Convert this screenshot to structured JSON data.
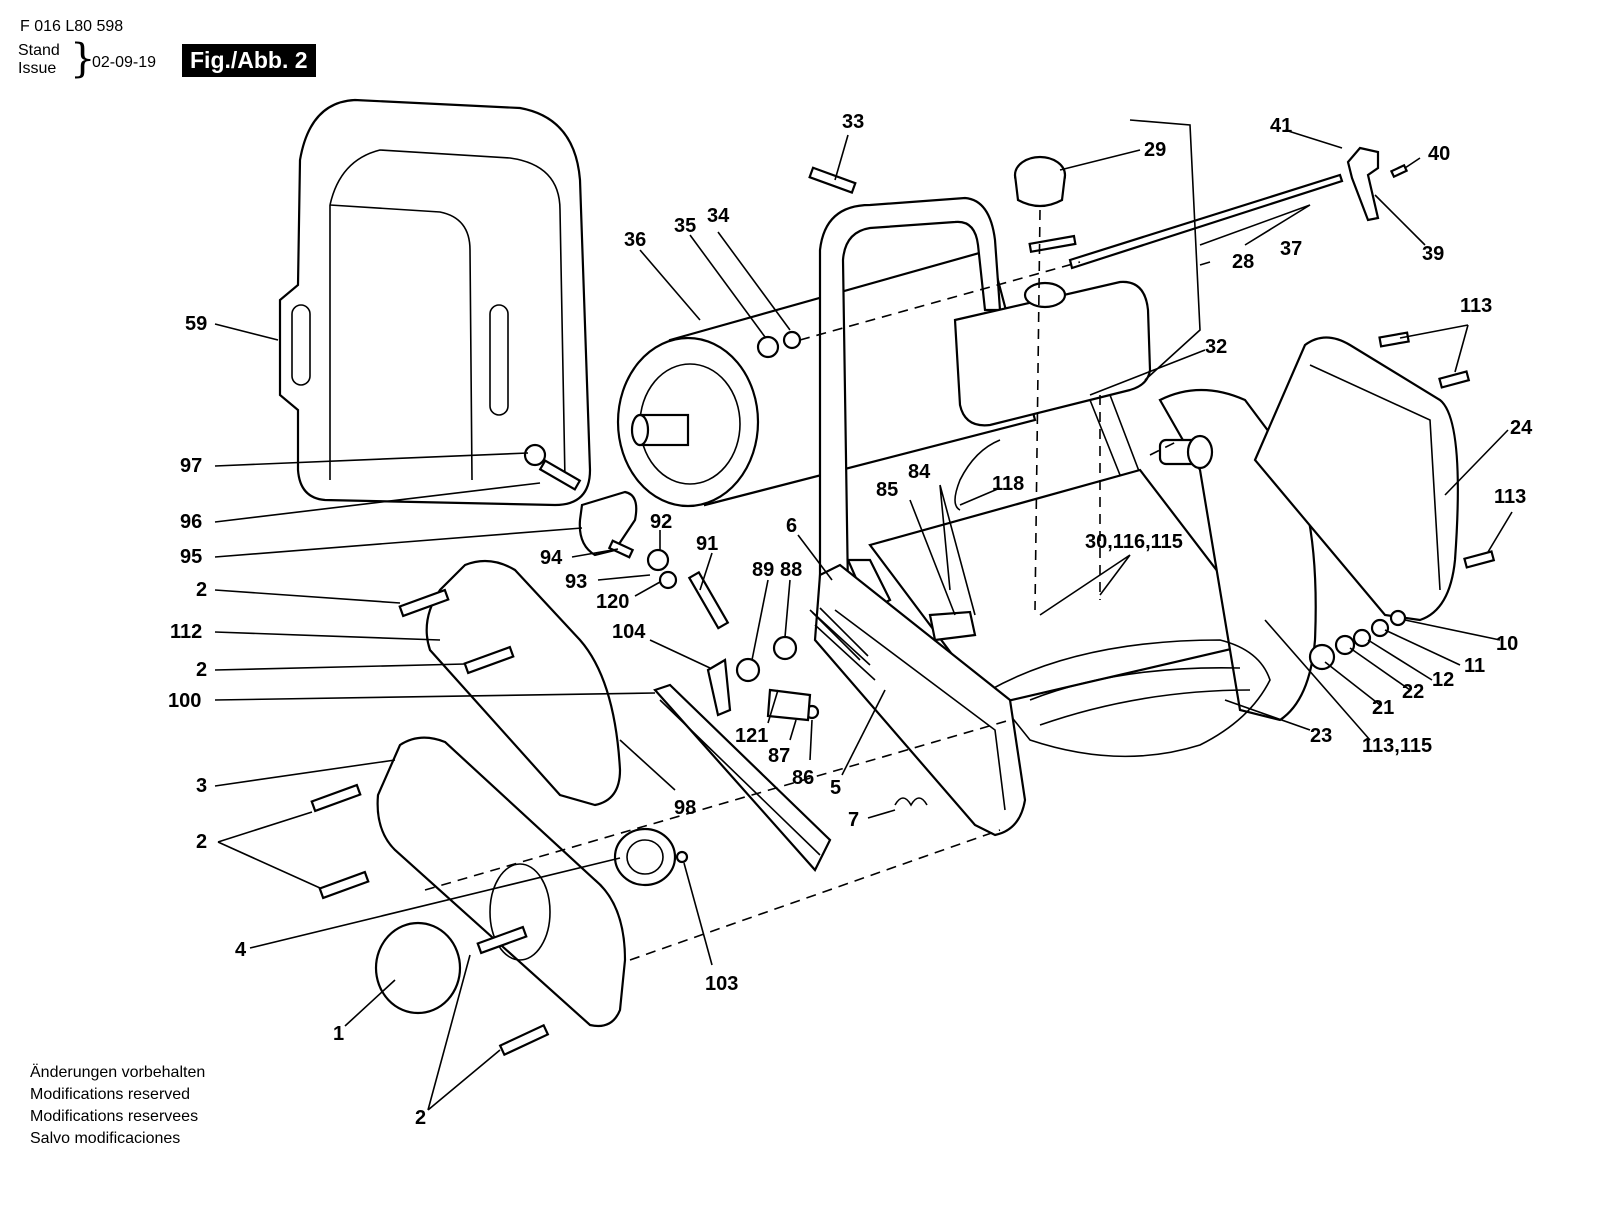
{
  "header": {
    "doc_code": "F 016 L80 598",
    "stand_label": "Stand",
    "issue_label": "Issue",
    "date": "02-09-19",
    "figure_label": "Fig./Abb. 2"
  },
  "callouts": {
    "c1": "1",
    "c2a": "2",
    "c2b": "2",
    "c2c": "2",
    "c2d": "2",
    "c3": "3",
    "c4": "4",
    "c5": "5",
    "c6": "6",
    "c7": "7",
    "c10": "10",
    "c11": "11",
    "c12": "12",
    "c21": "21",
    "c22": "22",
    "c23": "23",
    "c24": "24",
    "c28": "28",
    "c29": "29",
    "c30": "30,116,115",
    "c32": "32",
    "c33": "33",
    "c34": "34",
    "c35": "35",
    "c36": "36",
    "c37": "37",
    "c39": "39",
    "c40": "40",
    "c41": "41",
    "c59": "59",
    "c84": "84",
    "c85": "85",
    "c86": "86",
    "c87": "87",
    "c88": "88",
    "c89": "89",
    "c91": "91",
    "c92": "92",
    "c93": "93",
    "c94": "94",
    "c95": "95",
    "c96": "96",
    "c97": "97",
    "c98": "98",
    "c100": "100",
    "c103": "103",
    "c104": "104",
    "c112": "112",
    "c113a": "113",
    "c113b": "113",
    "c113_115": "113,115",
    "c118": "118",
    "c120": "120",
    "c121": "121"
  },
  "notes": {
    "de": "Änderungen vorbehalten",
    "en": "Modifications reserved",
    "fr": "Modifications reservees",
    "es": "Salvo modificaciones"
  }
}
